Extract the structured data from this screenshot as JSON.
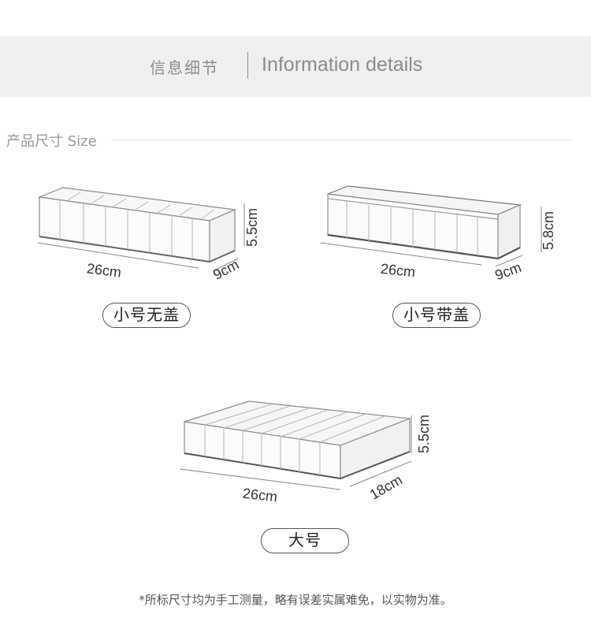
{
  "header": {
    "title_cn": "信息细节",
    "title_en": "Information details"
  },
  "section": {
    "title": "产品尺寸 Size"
  },
  "products": [
    {
      "label": "小号无盖",
      "length": "26cm",
      "width": "9cm",
      "height": "5.5cm"
    },
    {
      "label": "小号带盖",
      "length": "26cm",
      "width": "9cm",
      "height": "5.8cm"
    },
    {
      "label": "大号",
      "length": "26cm",
      "width": "18cm",
      "height": "5.5cm"
    }
  ],
  "footnote": "*所标尺寸均为手工测量，略有误差实属难免，以实物为准。"
}
